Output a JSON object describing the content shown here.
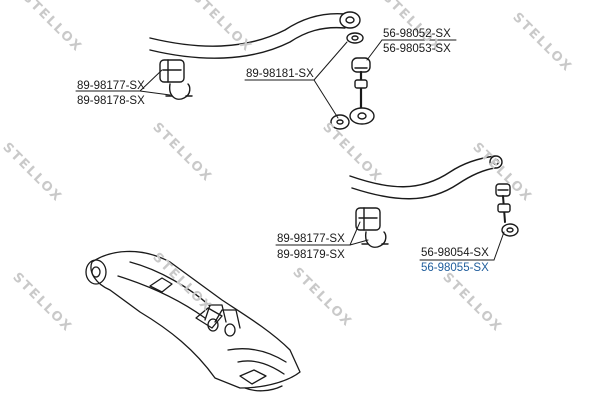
{
  "watermark": {
    "text": "STELLOX",
    "color": "#c9c9c9"
  },
  "colors": {
    "line": "#1a1a1a",
    "highlight": "#1f5d9c",
    "part_fill": "#ffffff"
  },
  "labels": {
    "upper_bracket_a": "89-98177-SX",
    "upper_bracket_b": "89-98178-SX",
    "upper_bushing_set": "89-98181-SX",
    "upper_link_a": "56-98052-SX",
    "upper_link_b": "56-98053-SX",
    "lower_bracket_a": "89-98177-SX",
    "lower_bracket_b": "89-98179-SX",
    "lower_link_a": "56-98054-SX",
    "lower_link_b": "56-98055-SX"
  }
}
